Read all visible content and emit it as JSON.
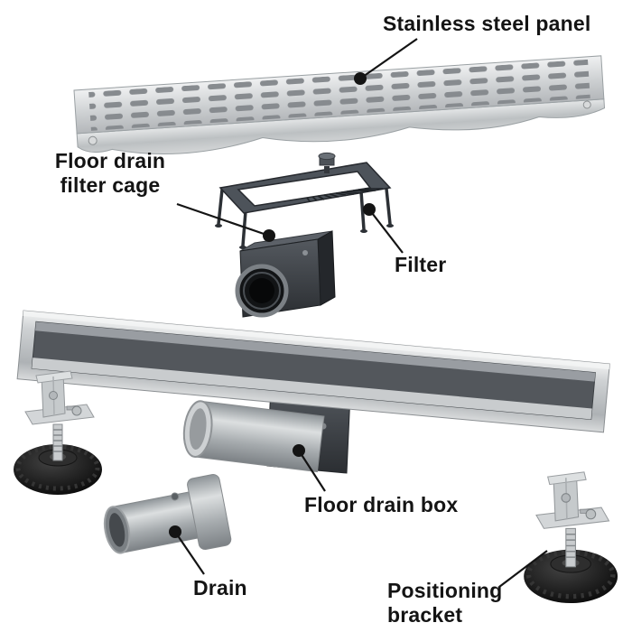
{
  "callouts": {
    "panel": {
      "label": "Stainless steel panel"
    },
    "filter_cage": {
      "line1": "Floor drain",
      "line2": "filter cage"
    },
    "filter": {
      "label": "Filter"
    },
    "drain_box": {
      "label": "Floor drain box"
    },
    "drain": {
      "label": "Drain"
    },
    "bracket": {
      "line1": "Positioning",
      "line2": "bracket"
    }
  },
  "colors": {
    "background": "#ffffff",
    "label_text": "#141414",
    "leader_line": "#141414",
    "steel_light": "#f0f1f2",
    "steel_shadow": "#b4b7ba",
    "dark_metal": "#3c4046",
    "foot_black": "#111111"
  }
}
